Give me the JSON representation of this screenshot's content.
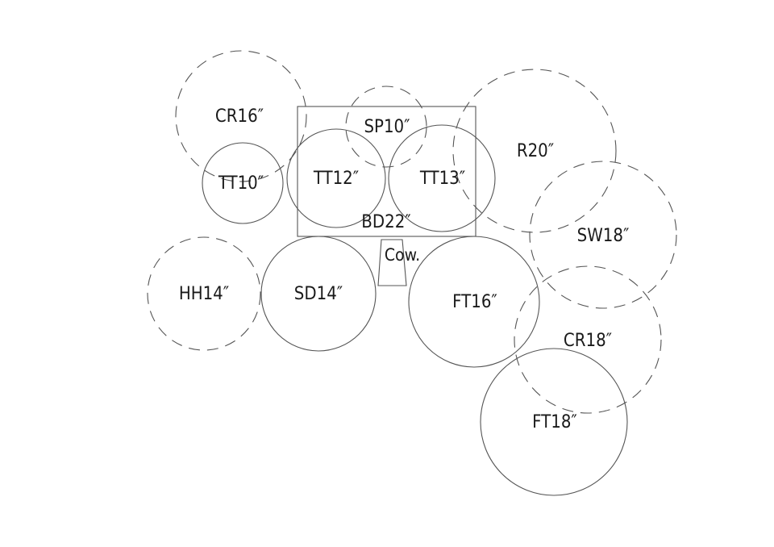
{
  "kit": {
    "cymbals": {
      "crash_16": "CR16″",
      "splash_10": "SP10″",
      "ride_20": "R20″",
      "swish_18": "SW18″",
      "crash_18": "CR18″",
      "hihat_14": "HH14″"
    },
    "drums": {
      "tom_10": "TT10″",
      "tom_12": "TT12″",
      "tom_13": "TT13″",
      "bass_22": "BD22″",
      "snare_14": "SD14″",
      "floor_16": "FT16″",
      "floor_18": "FT18″",
      "cowbell": "Cow."
    }
  }
}
